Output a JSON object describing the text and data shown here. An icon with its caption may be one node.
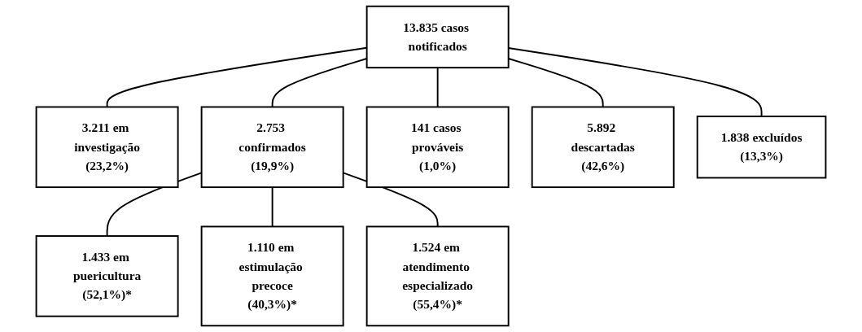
{
  "diagram": {
    "nodes": [
      {
        "text": [
          "13.835 casos notificados"
        ]
      },
      {
        "text": [
          "3.211 em investigação",
          "(23,2%)"
        ]
      },
      {
        "text": [
          "2.753 confirmados",
          "(19,9%)"
        ]
      },
      {
        "text": [
          "141 casos prováveis",
          "(1,0%)"
        ]
      },
      {
        "text": [
          "5.892 descartadas",
          "(42,6%)"
        ]
      },
      {
        "text": [
          "1.838 excluídos",
          "(13,3%)"
        ]
      },
      {
        "text": [
          "1.433 em puericultura",
          "(52,1%)*"
        ]
      },
      {
        "text": [
          "1.110 em estimulação precoce",
          "(40,3%)*"
        ]
      },
      {
        "text": [
          "1.524 em atendimento especializado",
          "(55,4%)*"
        ]
      }
    ],
    "edges": [
      {
        "from": 0,
        "to": 1,
        "arrow": "none"
      },
      {
        "from": 0,
        "to": 2,
        "arrow": "none"
      },
      {
        "from": 0,
        "to": 3,
        "arrow": "none"
      },
      {
        "from": 0,
        "to": 4,
        "arrow": "none"
      },
      {
        "from": 0,
        "to": 5,
        "arrow": "none"
      },
      {
        "from": 2,
        "to": 6,
        "arrow": "none"
      },
      {
        "from": 2,
        "to": 7,
        "arrow": "none"
      },
      {
        "from": 2,
        "to": 8,
        "arrow": "none"
      }
    ]
  }
}
